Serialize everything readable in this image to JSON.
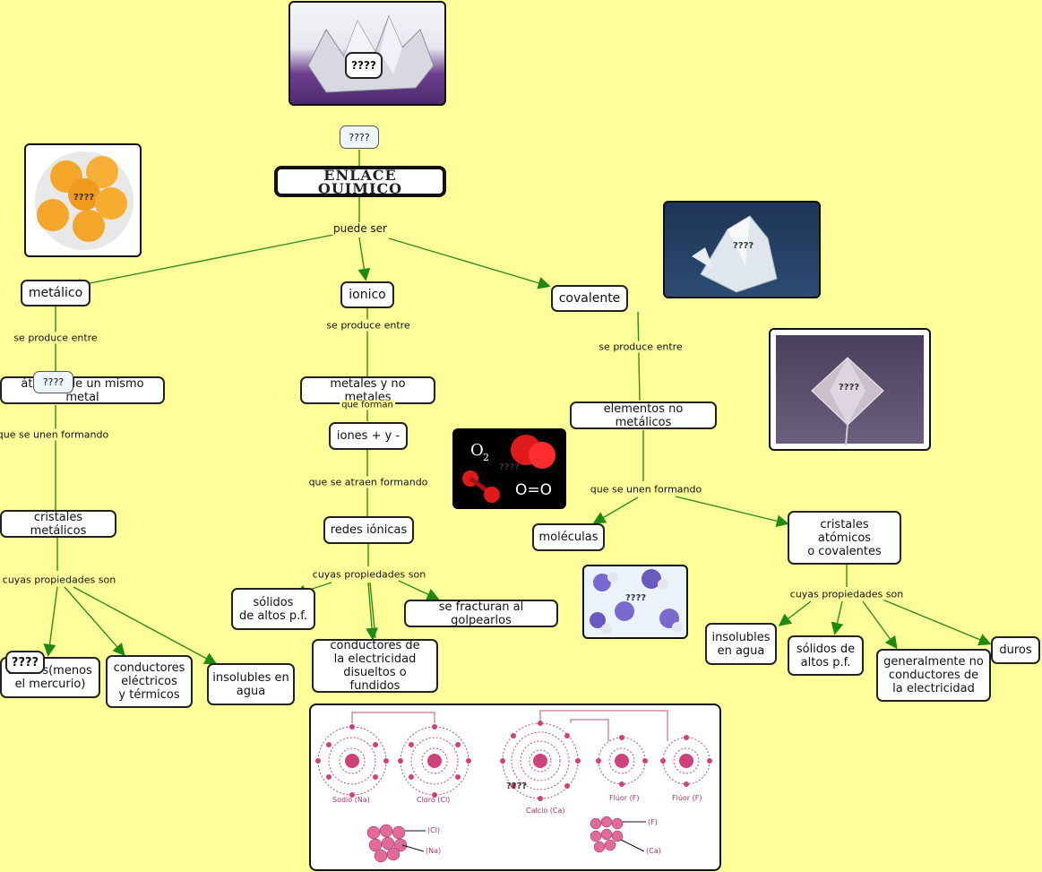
{
  "title": "ENLACE QUIMICO",
  "badges": {
    "top": "????",
    "metal": "????",
    "crystal": "????"
  },
  "nodes": {
    "metalico": "metálico",
    "ionico": "ionico",
    "covalente": "covalente",
    "atomos": "átomos de un mismo metal",
    "metales_no_metales": "metales y no metales",
    "iones": "iones + y -",
    "redes": "redes iónicas",
    "elementos": "elementos no metálicos",
    "cristales_metalicos": "cristales metálicos",
    "moleculas": "moléculas",
    "cristales_atomicos": "cristales atómicos\no covalentes",
    "solidos_menos": "sólidos(menos\nel mercurio)",
    "conductores_termicos": "conductores\neléctricos\ny térmicos",
    "insolubles_metal": "insolubles en\nagua",
    "solidos_pf": "sólidos\nde altos p.f.",
    "fracturan": "se fracturan al golpearlos",
    "conductores_disueltos": "conductores de\nla electricidad\ndisueltos o fundidos",
    "insolubles_cov": "insolubles\nen agua",
    "solidos_cov": "sólidos de\naltos p.f.",
    "no_conductores": "generalmente no\nconductores de\nla electricidad",
    "duros": "duros"
  },
  "links": {
    "puede_ser": "puede ser",
    "se_produce_metal": "se produce entre",
    "se_produce_ionico": "se produce entre",
    "se_produce_cov": "se produce entre",
    "que_forman": "que forman",
    "que_se_unen_metal": "que se unen formando",
    "que_se_atraen": "que se atraen formando",
    "que_se_unen_cov": "que se unen formando",
    "cuyas_metal": "cuyas propiedades son",
    "cuyas_ionico": "cuyas propiedades son",
    "cuyas_cov": "cuyas propiedades son"
  },
  "image_marks": [
    "????",
    "????",
    "????",
    "????",
    "????",
    "????",
    "????",
    "????"
  ],
  "molecule_labels": {
    "formula": "O",
    "subscript": "2",
    "structure": "O=O"
  },
  "atoms_panel": {
    "labels": [
      "Sodio (Na)",
      "Cloro (Cl)",
      "Calcio (Ca)",
      "Flúor (F)",
      "Flúor (F)"
    ],
    "lattice_left": [
      "(Cl)",
      "(Na)"
    ],
    "lattice_right": [
      "(F)",
      "(Ca)"
    ]
  },
  "colors": {
    "background": "#ffff99",
    "arrow": "#2e8b1e",
    "atom": "#d0407a"
  }
}
